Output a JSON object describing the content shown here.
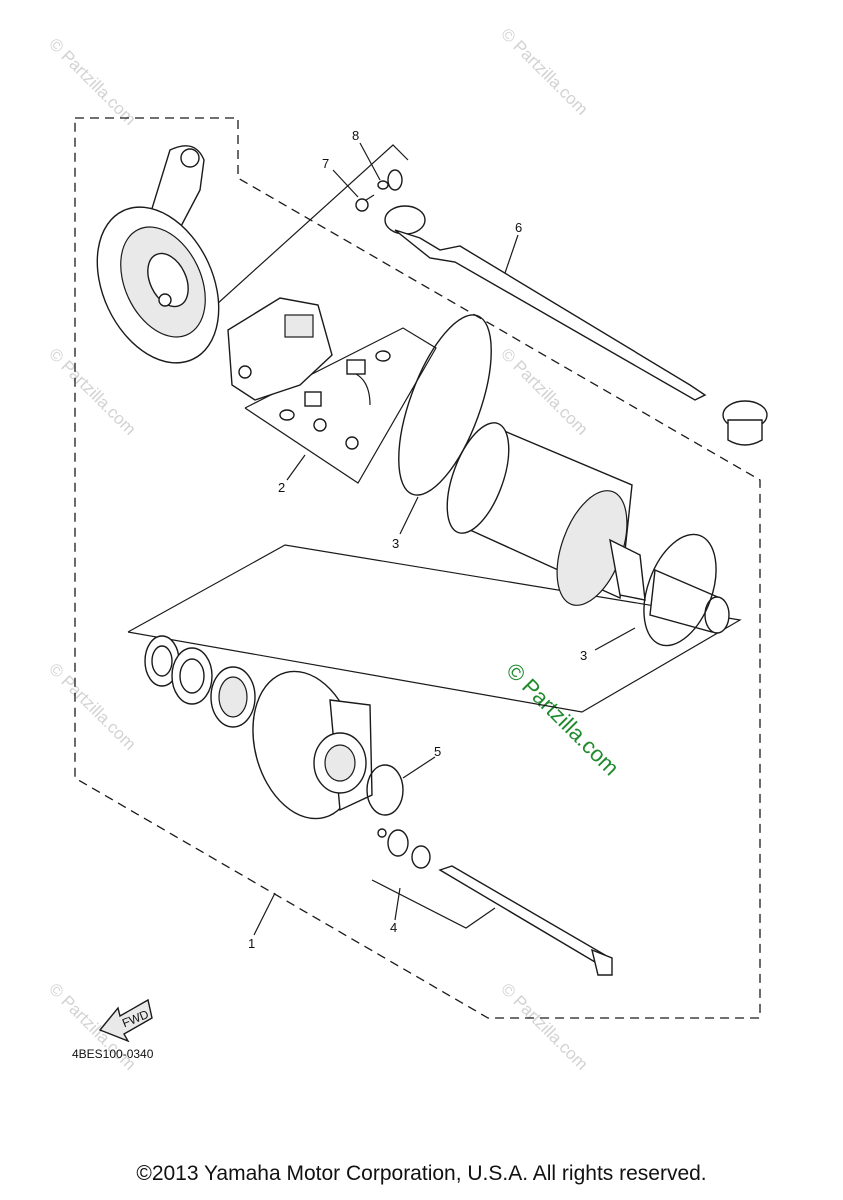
{
  "watermarks": {
    "text": "© Partzilla.com",
    "main_text": "© Partzilla.com",
    "color": "#d2d2d2",
    "main_color": "#1f8a2e"
  },
  "callouts": {
    "c1": "1",
    "c2": "2",
    "c3a": "3",
    "c3b": "3",
    "c4": "4",
    "c5": "5",
    "c6": "6",
    "c7": "7",
    "c8": "8"
  },
  "fwd_label": "FWD",
  "diagram_ref": "4BES100-0340",
  "copyright": "©2013 Yamaha Motor Corporation, U.S.A. All rights reserved."
}
